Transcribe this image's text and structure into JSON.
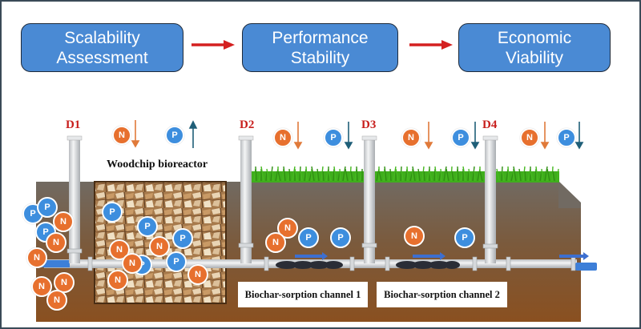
{
  "stages": [
    {
      "label": "Scalability\nAssessment"
    },
    {
      "label": "Performance\nStability"
    },
    {
      "label": "Economic\nViability"
    }
  ],
  "colors": {
    "stage_fill": "#4a8ad4",
    "flow_arrow": "#d42020",
    "nitrogen": "#e7702e",
    "phosphorus": "#3d8ede",
    "soil_top": "#716a62",
    "soil_bottom": "#8a5422",
    "grass": "#3fae1c",
    "drain_label": "#c8201e"
  },
  "drains": [
    {
      "id": "D1",
      "label": "D1",
      "n_trend": "down",
      "p_trend": "up"
    },
    {
      "id": "D2",
      "label": "D2",
      "n_trend": "down",
      "p_trend": "down"
    },
    {
      "id": "D3",
      "label": "D3",
      "n_trend": "down",
      "p_trend": "down"
    },
    {
      "id": "D4",
      "label": "D4",
      "n_trend": "down",
      "p_trend": "down"
    }
  ],
  "ion_labels": {
    "nitrogen": "N",
    "phosphorus": "P"
  },
  "sections": {
    "bioreactor": "Woodchip bioreactor",
    "channel1": "Biochar-sorption channel 1",
    "channel2": "Biochar-sorption channel 2"
  }
}
